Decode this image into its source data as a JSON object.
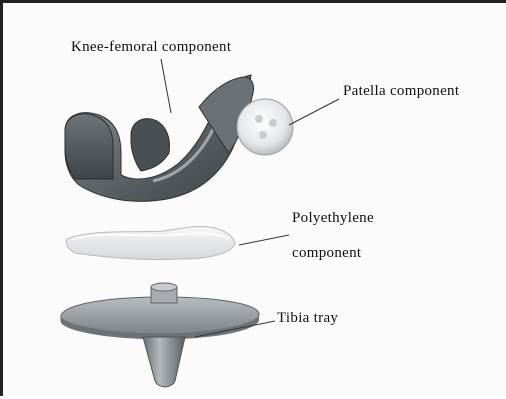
{
  "labels": {
    "femoral": "Knee-femoral component",
    "patella": "Patella component",
    "poly_line1": "Polyethylene",
    "poly_line2": "component",
    "tibia": "Tibia tray"
  },
  "colors": {
    "metal_dark": "#555a5e",
    "metal_mid": "#8a8f93",
    "metal_light": "#c9cdd0",
    "poly_white": "#eeeeee",
    "text": "#111111"
  }
}
